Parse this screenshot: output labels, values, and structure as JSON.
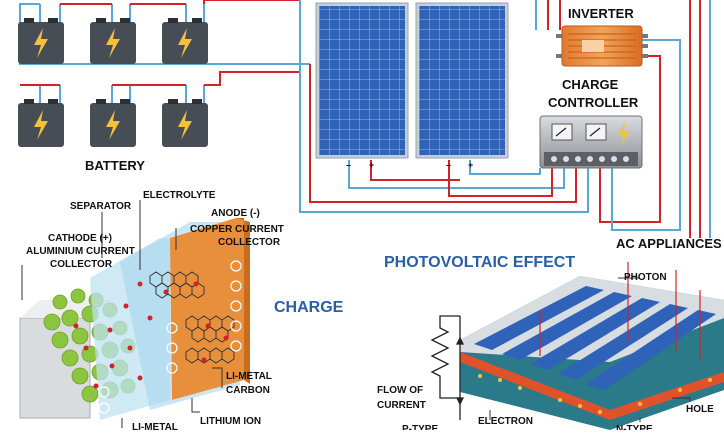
{
  "labels": {
    "inverter": "INVERTER",
    "charge_controller_1": "CHARGE",
    "charge_controller_2": "CONTROLLER",
    "battery": "BATTERY",
    "ac_appliances": "AC APPLIANCES",
    "separator": "SEPARATOR",
    "electrolyte": "ELECTROLYTE",
    "anode": "ANODE (-)",
    "copper_1": "COPPER CURRENT",
    "copper_2": "COLLECTOR",
    "cathode": "CATHODE (+)",
    "aluminium_1": "ALUMINIUM CURRENT",
    "aluminium_2": "COLLECTOR",
    "charge": "CHARGE",
    "li_metal_carbon_1": "LI-METAL",
    "li_metal_carbon_2": "CARBON",
    "lithium_ion": "LITHIUM ION",
    "li_metal_bottom": "LI-METAL",
    "photovoltaic": "PHOTOVOLTAIC  EFFECT",
    "photon": "PHOTON",
    "flow_of": "FLOW OF",
    "current": "CURRENT",
    "electron": "ELECTRON",
    "hole": "HOLE",
    "p_type": "P-TYPE",
    "n_type": "N-TYPE",
    "minus": "–",
    "plus": "+"
  },
  "colors": {
    "wire_red": "#d3222a",
    "wire_blue": "#5aa6d6",
    "panel_blue": "#2f62b9",
    "battery_body": "#474d55",
    "bolt_yellow": "#f2c23a",
    "inverter_orange": "#e8893a",
    "title_blue": "#2a5fa5",
    "anode_orange": "#e88f3c",
    "cathode_green": "#8cc63f"
  },
  "icons": [
    "bolt-icon",
    "gauge-icon",
    "solar-cell-icon",
    "resistor-icon"
  ]
}
